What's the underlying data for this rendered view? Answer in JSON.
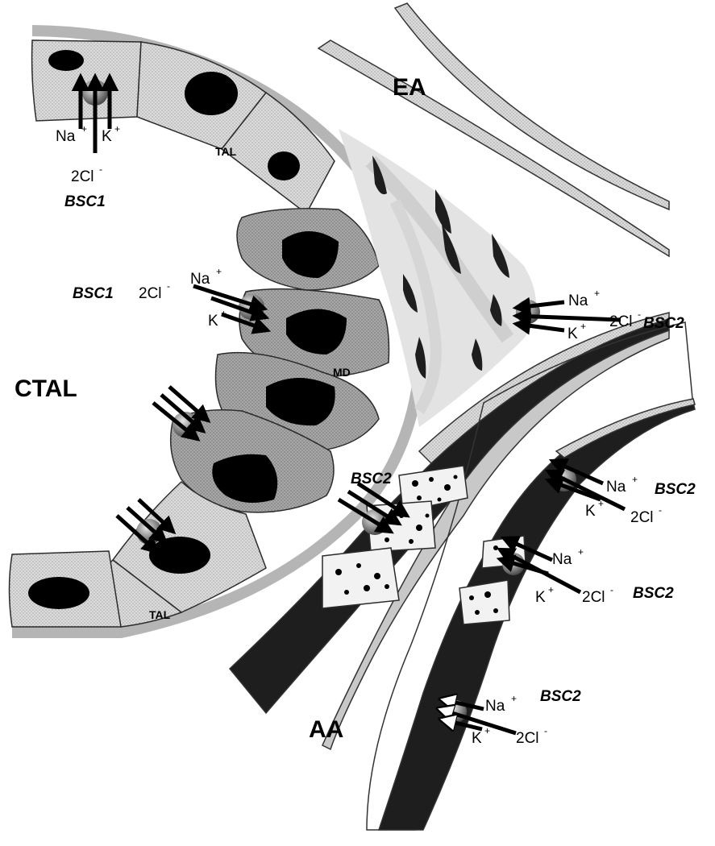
{
  "regions": {
    "ea": "EA",
    "ctal": "CTAL",
    "aa": "AA"
  },
  "cells": {
    "tal_top": "TAL",
    "tal_bottom": "TAL",
    "md": "MD"
  },
  "ions": {
    "na": "Na",
    "k": "K",
    "cl": "2Cl",
    "plus": "+",
    "minus": "-"
  },
  "transporters": {
    "bsc1": "BSC1",
    "bsc2": "BSC2"
  },
  "colors": {
    "tal_cell": "#d9d9d9",
    "md_cell": "#a9a9a9",
    "nucleus": "#000000",
    "smooth_muscle": "#1e1e1e",
    "granular_cell": "#f2f2f2",
    "vessel_wall": "#c8c8c8"
  }
}
